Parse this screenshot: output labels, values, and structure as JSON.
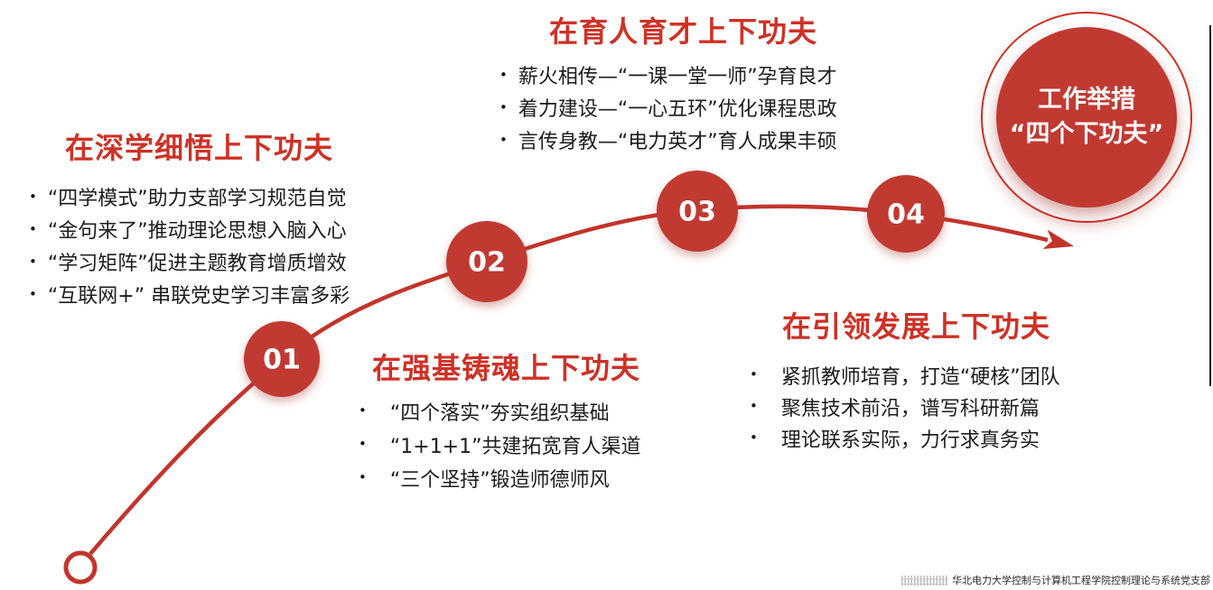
{
  "bullet_char": "•",
  "colors": {
    "accent_red": "#ce3126",
    "shape_red": "#c03a32",
    "line_red": "#c2342b",
    "body_text": "#1c1c1c",
    "milestone_text": "#ffffff"
  },
  "summary_circle": {
    "line1": "工作举措",
    "line2": "“四个下功夫”"
  },
  "milestones": [
    {
      "label": "01"
    },
    {
      "label": "02"
    },
    {
      "label": "03"
    },
    {
      "label": "04"
    }
  ],
  "sections": [
    {
      "title": "在深学细悟上下功夫",
      "bullets": [
        "“四学模式”助力支部学习规范自觉",
        "“金句来了”推动理论思想入脑入心",
        "“学习矩阵”促进主题教育增质增效",
        "“互联网+” 串联党史学习丰富多彩"
      ]
    },
    {
      "title": "在强基铸魂上下功夫",
      "bullets": [
        "“四个落实”夯实组织基础",
        "“1+1+1”共建拓宽育人渠道",
        "“三个坚持”锻造师德师风"
      ]
    },
    {
      "title": "在育人育才上下功夫",
      "bullets": [
        "薪火相传—“一课一堂一师”孕育良才",
        "着力建设—“一心五环”优化课程思政",
        "言传身教—“电力英才”育人成果丰硕"
      ]
    },
    {
      "title": "在引领发展上下功夫",
      "bullets": [
        "紧抓教师培育，打造“硬核”团队",
        "聚焦技术前沿，谱写科研新篇",
        "理论联系实际，力行求真务实"
      ]
    }
  ],
  "watermark": {
    "text": "华北电力大学控制与计算机工程学院控制理论与系统党支部"
  }
}
